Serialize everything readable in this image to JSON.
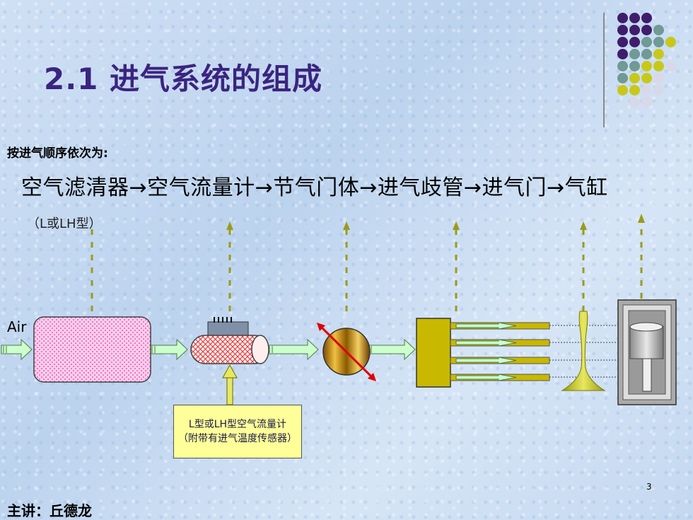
{
  "slide": {
    "title": "2.1 进气系统的组成",
    "intro": "按进气顺序依次为:",
    "flow_text": "空气滤清器→空气流量计→节气门体→进气歧管→进气门→气缸",
    "subtype": "（L或LH型）",
    "air_label": "Air",
    "meter_box_line1": "L型或LH型空气流量计",
    "meter_box_line2": "（附带有进气温度传感器）",
    "page_number": "3",
    "footer": "主讲：丘德龙"
  },
  "colors": {
    "title": "#3b2480",
    "dot_purple": "#3f1d6b",
    "dot_teal": "#6f9a95",
    "dot_yellow": "#c8c819",
    "dot_light": "#d8d8e8",
    "arrow_olive": "#9b9b1a",
    "pipe_green": "#ccffcc",
    "filter_pink": "#ffccee",
    "manifold_yellow": "#c8b800",
    "box_yellow": "#ffff99"
  }
}
